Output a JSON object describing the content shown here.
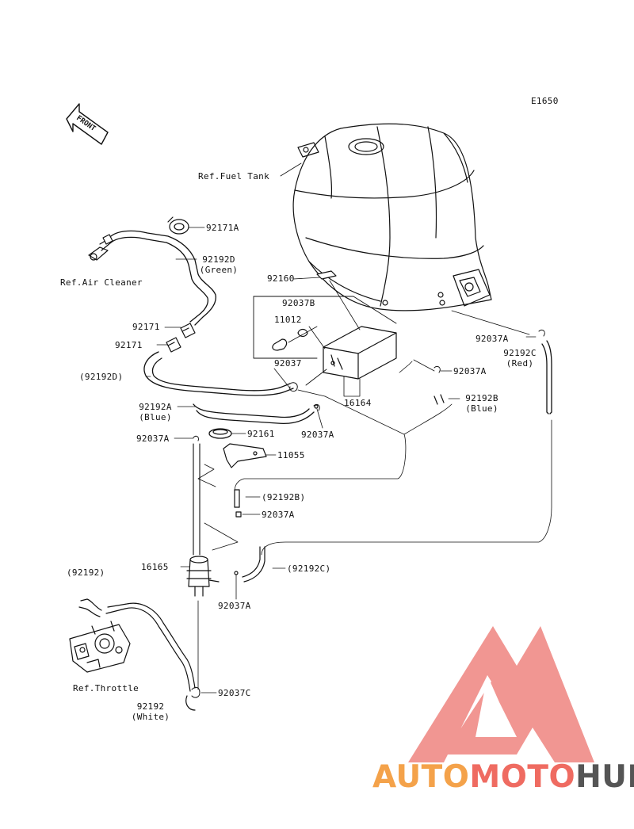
{
  "code": "E1650",
  "front_label": "FRONT",
  "labels": {
    "fuel_tank": "Ref.Fuel Tank",
    "air_cleaner": "Ref.Air Cleaner",
    "throttle": "Ref.Throttle",
    "p92171a": "92171A",
    "p92192d": "92192D",
    "p92192d_color": "(Green)",
    "p92160": "92160",
    "p92037b": "92037B",
    "p11012": "11012",
    "p92171_upper": "92171",
    "p92171_lower": "92171",
    "p92037_mid": "92037",
    "p92192d_paren": "(92192D)",
    "p16164": "16164",
    "p92192a": "92192A",
    "p92192a_color": "(Blue)",
    "p92037a_center": "92037A",
    "p92037a_left": "92037A",
    "p92161": "92161",
    "p11055": "11055",
    "p92192b_paren": "(92192B)",
    "p92037a_lower": "92037A",
    "p16165": "16165",
    "p92192c_paren": "(92192C)",
    "p92037a_bottom": "92037A",
    "p92192_paren": "(92192)",
    "p92037c": "92037C",
    "p92192": "92192",
    "p92192_color": "(White)",
    "p92037a_right_top": "92037A",
    "p92192c": "92192C",
    "p92192c_color": "(Red)",
    "p92037a_right_mid": "92037A",
    "p92192b": "92192B",
    "p92192b_color": "(Blue)"
  },
  "watermark": {
    "part1": "AUTO",
    "part2": "MOTO",
    "part3": "HUB",
    "color1": "#f4a24a",
    "color2": "#ef6b61",
    "color3": "#555555",
    "logo_color": "#f08b86"
  }
}
